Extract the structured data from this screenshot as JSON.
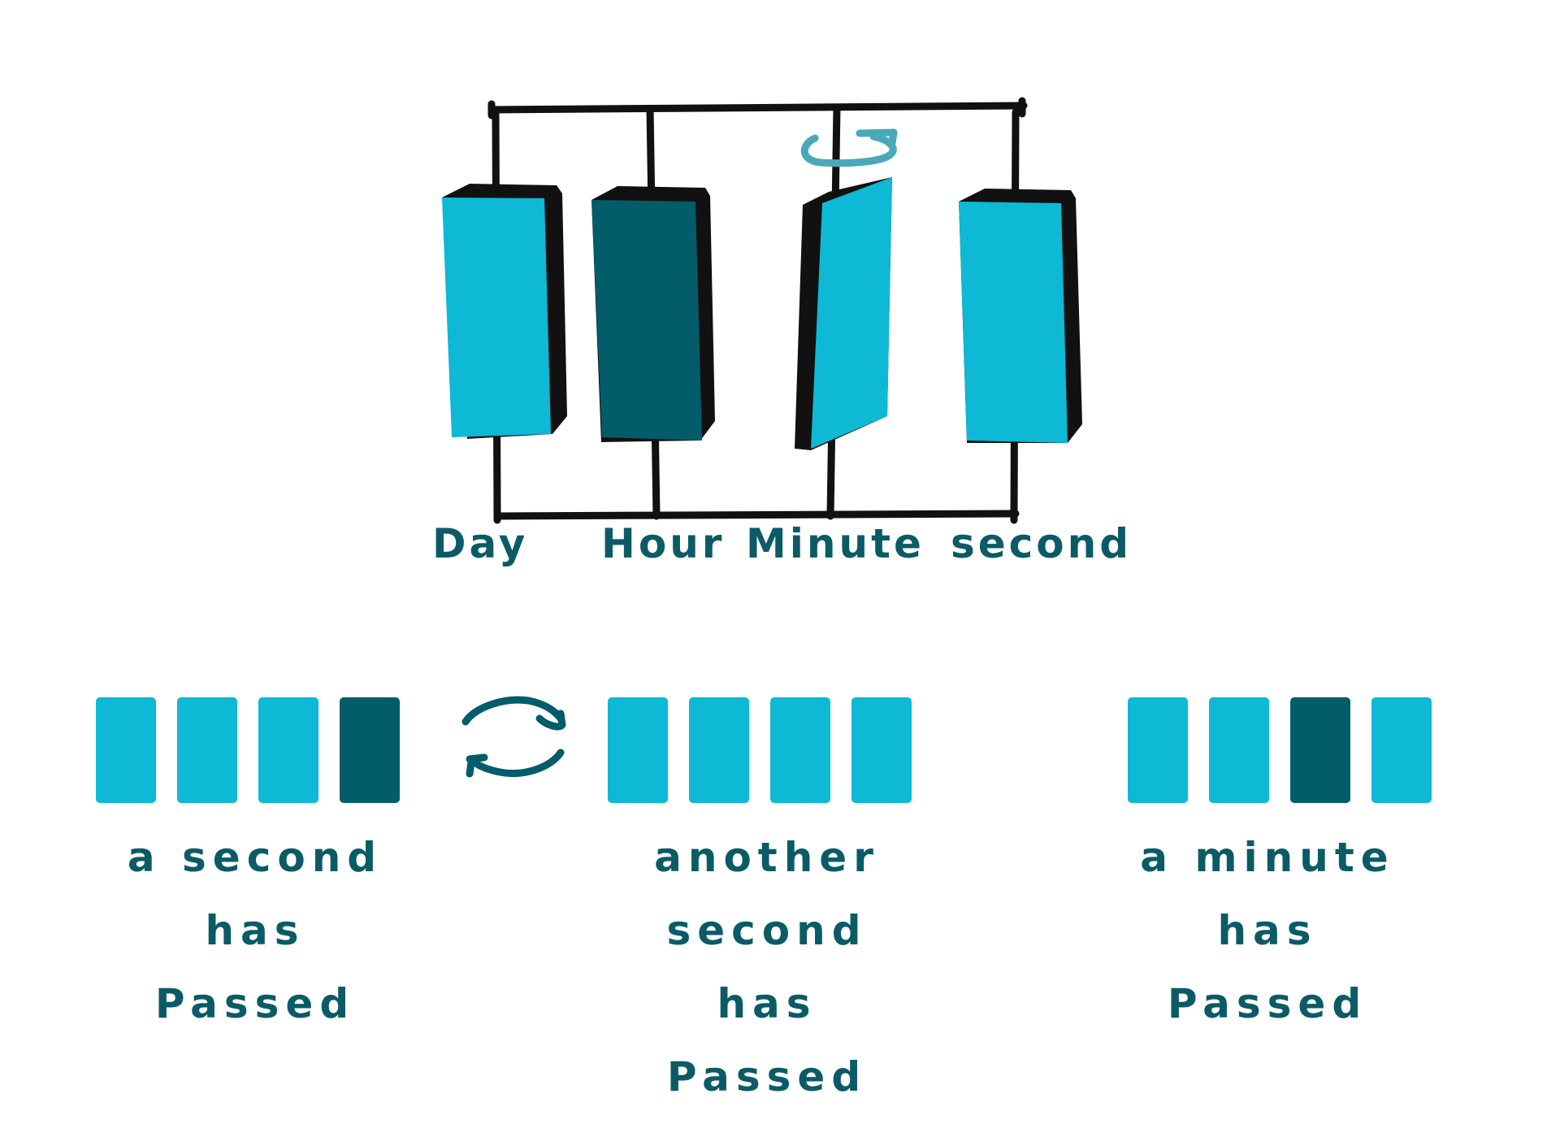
{
  "colors": {
    "light": "#0db9d4",
    "dark": "#025c6a",
    "frame": "#111111",
    "rotate_arrow": "#4aa9b8",
    "text": "#0b5b66"
  },
  "top_labels": [
    "Day",
    "Hour",
    "Minute",
    "second"
  ],
  "top_tiles": [
    "light",
    "dark",
    "flipping",
    "light"
  ],
  "groups": [
    {
      "tiles": [
        "light",
        "light",
        "light",
        "dark"
      ],
      "caption": [
        "a second",
        "has",
        "Passed"
      ]
    },
    {
      "tiles": [
        "light",
        "light",
        "light",
        "light"
      ],
      "caption": [
        "another second",
        "has",
        "Passed"
      ]
    },
    {
      "tiles": [
        "light",
        "light",
        "dark",
        "light"
      ],
      "caption": [
        "a minute",
        "has",
        "Passed"
      ]
    }
  ],
  "icons": {
    "swap": "swap-arrows-icon",
    "rotate": "rotate-arrow-icon"
  }
}
